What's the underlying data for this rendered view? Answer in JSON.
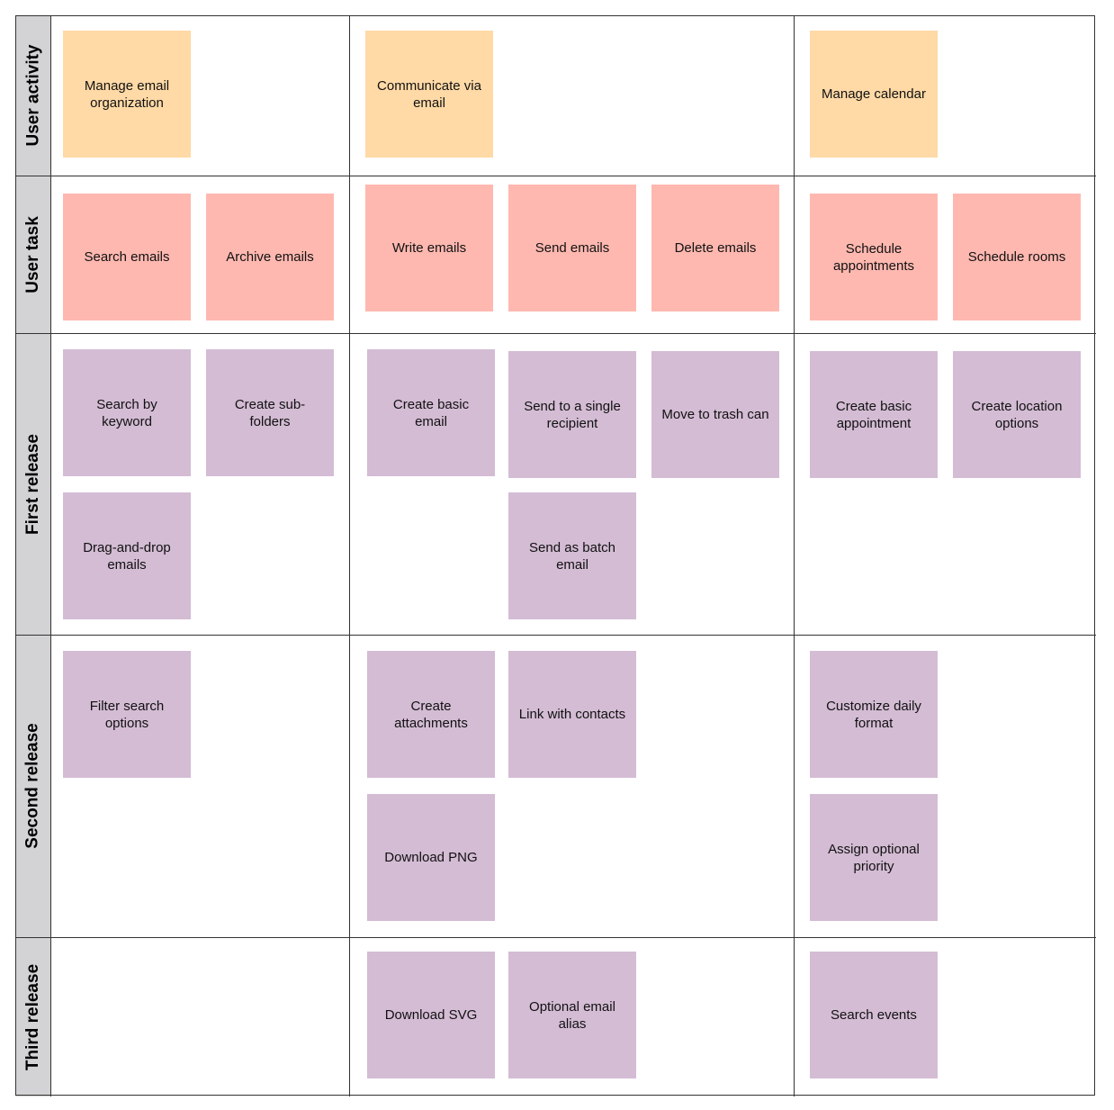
{
  "rows": [
    "User activity",
    "User task",
    "First release",
    "Second release",
    "Third release"
  ],
  "colors": {
    "activity": "#ffd9a6",
    "task": "#ffb8b0",
    "story": "#d4bcd4",
    "label_bg": "#d3d3d5"
  },
  "activities": [
    "Manage email organization",
    "Communicate via email",
    "Manage calendar"
  ],
  "tasks": [
    "Search emails",
    "Archive emails",
    "Write emails",
    "Send emails",
    "Delete emails",
    "Schedule appointments",
    "Schedule rooms"
  ],
  "first_release": [
    "Search by keyword",
    "Create sub-folders",
    "Drag-and-drop emails",
    "Create basic email",
    "Send to a single recipient",
    "Send as batch email",
    "Move to trash can",
    "Create basic appointment",
    "Create location options"
  ],
  "second_release": [
    "Filter search options",
    "Create attachments",
    "Download PNG",
    "Link with contacts",
    "Customize daily format",
    "Assign optional priority"
  ],
  "third_release": [
    "Download SVG",
    "Optional email alias",
    "Search events"
  ]
}
